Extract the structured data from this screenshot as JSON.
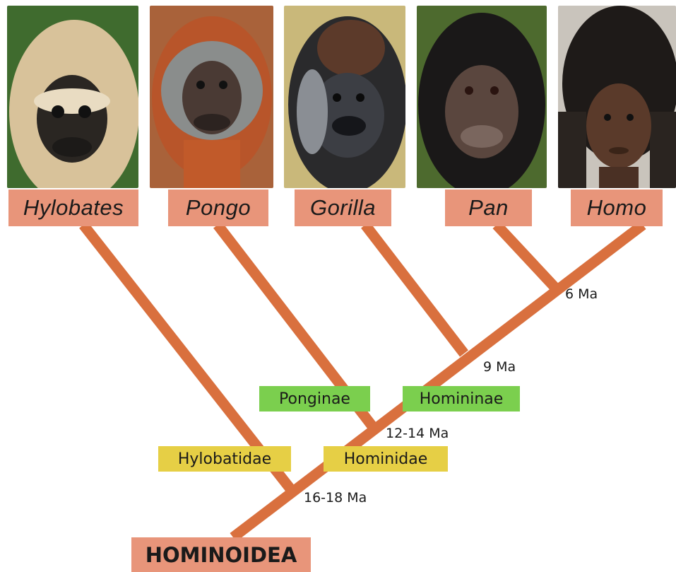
{
  "taxa": [
    {
      "id": "hylobates",
      "label": "Hylobates"
    },
    {
      "id": "pongo",
      "label": "Pongo"
    },
    {
      "id": "gorilla",
      "label": "Gorilla"
    },
    {
      "id": "pan",
      "label": "Pan"
    },
    {
      "id": "homo",
      "label": "Homo"
    }
  ],
  "divergence_dates": {
    "pan_homo": "6 Ma",
    "gorilla": "9 Ma",
    "pongo": "12-14 Ma",
    "hylobates": "16-18 Ma"
  },
  "subfamilies": {
    "ponginae": "Ponginae",
    "homininae": "Homininae"
  },
  "families": {
    "hylobatidae": "Hylobatidae",
    "hominidae": "Hominidae"
  },
  "superfamily": "HOMINOIDEA",
  "colors": {
    "branch": "#d9703e",
    "taxon_box": "#e8957a",
    "subfamily_box": "#7bcf4e",
    "family_box": "#e6cf45"
  }
}
